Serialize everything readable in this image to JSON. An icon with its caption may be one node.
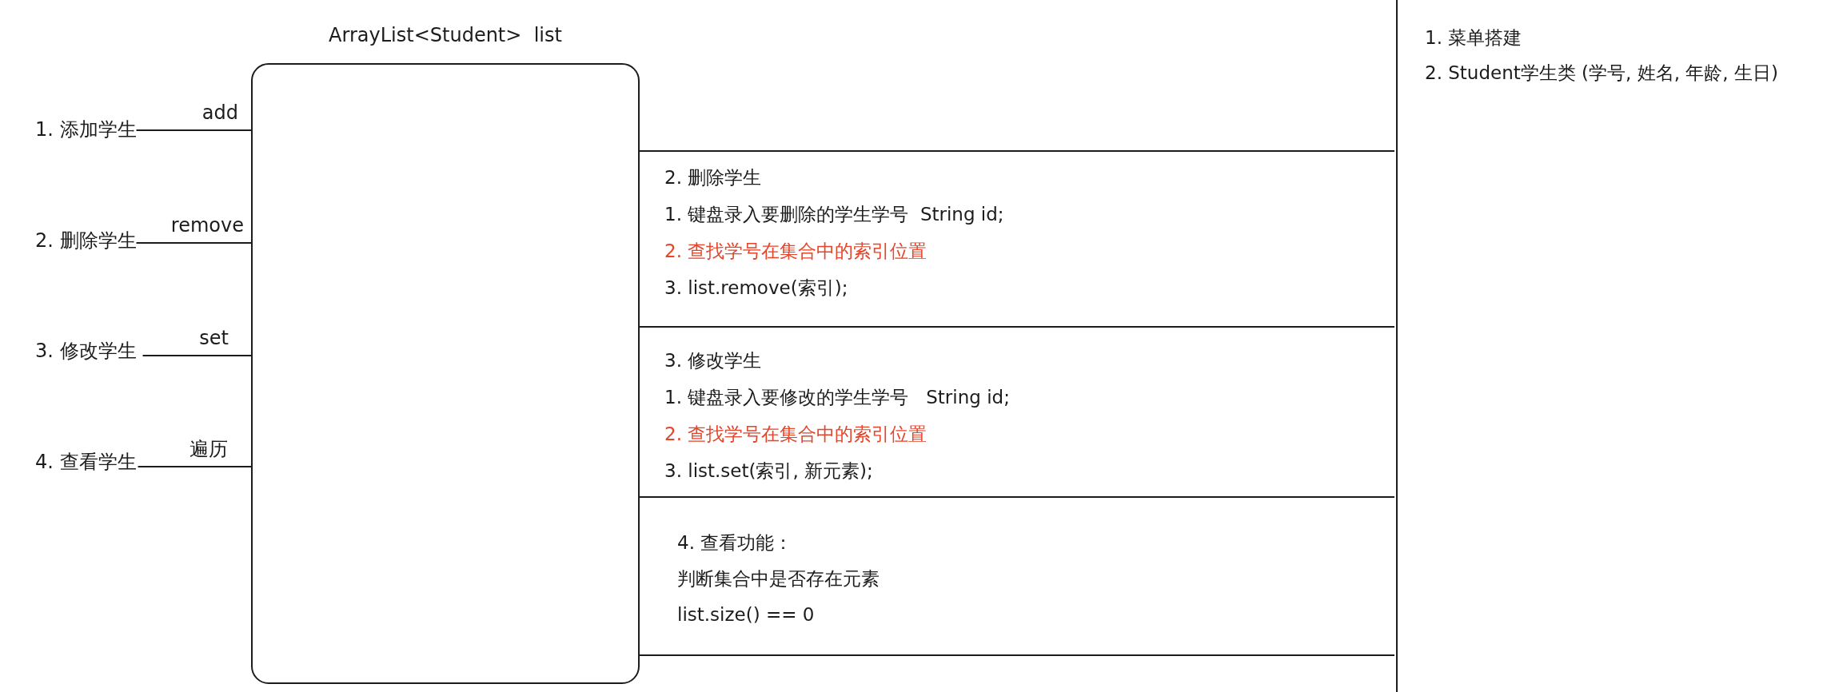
{
  "diagram": {
    "nodes": [
      {
        "text": [
          "ArrayList<Student>  list"
        ]
      },
      {
        "text": [
          "1. 添加学生"
        ]
      },
      {
        "text": [
          "2. 删除学生"
        ]
      },
      {
        "text": [
          "3. 修改学生"
        ]
      },
      {
        "text": [
          "4. 查看学生"
        ]
      },
      {
        "text": [
          "2. 删除学生",
          "1. 键盘录入要删除的学生学号  String id;",
          "2. 查找学号在集合中的索引位置",
          "3. list.remove(索引);"
        ]
      },
      {
        "text": [
          "3. 修改学生",
          "1. 键盘录入要修改的学生学号   String id;",
          "2. 查找学号在集合中的索引位置",
          "3. list.set(索引, 新元素);"
        ]
      },
      {
        "text": [
          "4. 查看功能：",
          "判断集合中是否存在元素",
          "list.size() == 0"
        ]
      }
    ],
    "edges": [
      {
        "from": 1,
        "to": 0,
        "arrow": "none",
        "label": "add"
      },
      {
        "from": 2,
        "to": 0,
        "arrow": "none",
        "label": "remove"
      },
      {
        "from": 3,
        "to": 0,
        "arrow": "none",
        "label": "set"
      },
      {
        "from": 4,
        "to": 0,
        "arrow": "none",
        "label": "遍历"
      }
    ],
    "labels": [
      "1. 菜单搭建",
      "2. Student学生类 (学号, 姓名, 年龄, 生日)"
    ]
  }
}
